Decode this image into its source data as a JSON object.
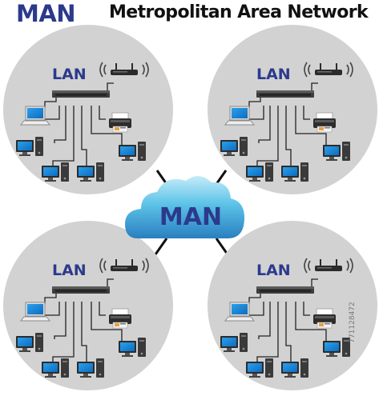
{
  "header": {
    "acronym": "MAN",
    "title": "Metropolitan Area Network"
  },
  "hub": {
    "label": "MAN"
  },
  "lans": [
    {
      "label": "LAN"
    },
    {
      "label": "LAN"
    },
    {
      "label": "LAN"
    },
    {
      "label": "LAN"
    }
  ],
  "watermark": {
    "id": "771128472"
  },
  "colors": {
    "accent": "#2b3a8c",
    "circle_fill": "#d2d2d2",
    "cloud_top": "#bfe6f7",
    "cloud_bottom": "#2f86c3",
    "screen": "#1b86d8",
    "device_dark": "#333333"
  }
}
